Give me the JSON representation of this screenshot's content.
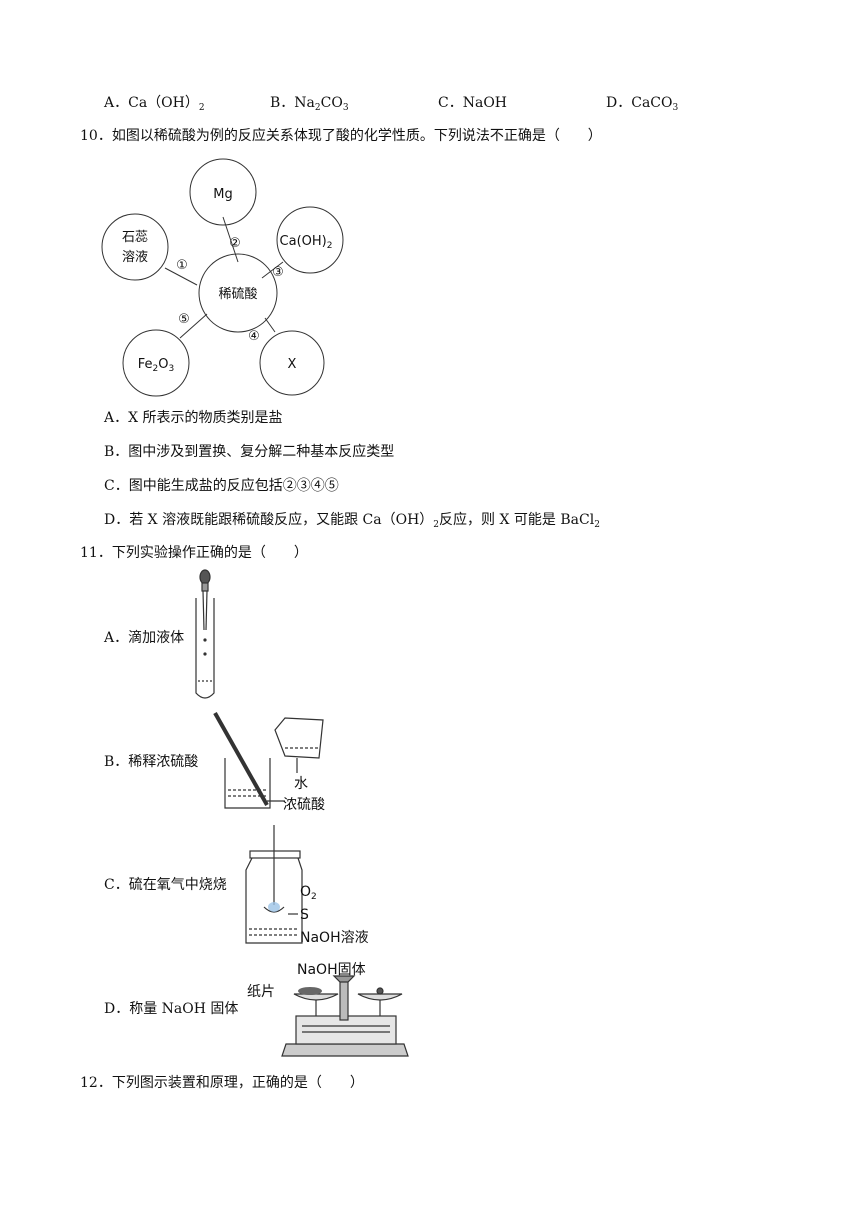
{
  "q9": {
    "options": [
      {
        "letter": "A．",
        "pre": "Ca（OH）",
        "sub": "2",
        "post": ""
      },
      {
        "letter": "B．",
        "pre": "Na",
        "sub": "2",
        "post": "CO",
        "sub2": "3"
      },
      {
        "letter": "C．",
        "pre": "NaOH",
        "sub": "",
        "post": ""
      },
      {
        "letter": "D．",
        "pre": "CaCO",
        "sub": "3",
        "post": ""
      }
    ]
  },
  "q10": {
    "stem": "10．如图以稀硫酸为例的反应关系体现了酸的化学性质。下列说法不正确是（　　）",
    "diagram": {
      "center": "稀硫酸",
      "nodes": {
        "mg": "Mg",
        "litmus_1": "石蕊",
        "litmus_2": "溶液",
        "caoh_pre": "Ca(OH)",
        "caoh_sub": "2",
        "fe_pre": "Fe",
        "fe_sub": "2",
        "fe_mid": "O",
        "fe_sub2": "3",
        "x": "X"
      },
      "edge_labels": [
        "①",
        "②",
        "③",
        "④",
        "⑤"
      ]
    },
    "options": {
      "a": "A．X 所表示的物质类别是盐",
      "b": "B．图中涉及到置换、复分解二种基本反应类型",
      "c": "C．图中能生成盐的反应包括②③④⑤",
      "d_pre": "D．若 X 溶液既能跟稀硫酸反应，又能跟 Ca（OH）",
      "d_sub1": "2",
      "d_mid": "反应，则 X 可能是 BaCl",
      "d_sub2": "2"
    }
  },
  "q11": {
    "stem": "11．下列实验操作正确的是（　　）",
    "options": {
      "a": "A．滴加液体",
      "b": "B．稀释浓硫酸",
      "c": "C．硫在氧气中烧烧",
      "d": "D．称量 NaOH 固体"
    },
    "labels": {
      "water": "水",
      "conc_acid": "浓硫酸",
      "o2_pre": "O",
      "o2_sub": "2",
      "s": "S",
      "naoh_solution": "NaOH溶液",
      "naoh_solid": "NaOH固体",
      "paper": "纸片"
    }
  },
  "q12": {
    "stem": "12．下列图示装置和原理，正确的是（　　）"
  }
}
